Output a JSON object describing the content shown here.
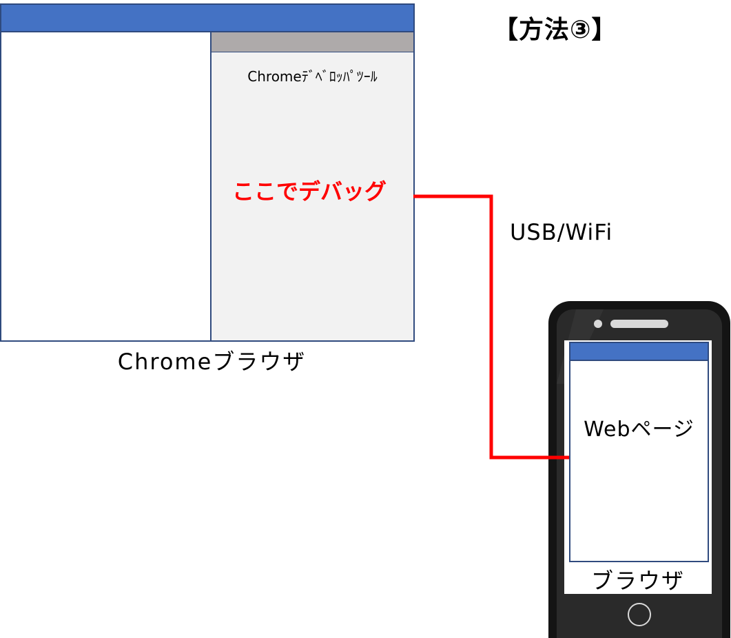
{
  "heading": "【方法③】",
  "browser": {
    "devtools_title": "Chromeﾃﾞﾍﾞﾛｯﾊﾟﾂｰﾙ",
    "debug_label": "ここでデバッグ",
    "caption": "Chromeブラウザ"
  },
  "connection": {
    "label": "USB/WiFi",
    "color": "#ff0000"
  },
  "phone": {
    "webpage_label": "Webページ",
    "caption": "ブラウザ"
  },
  "colors": {
    "titlebar": "#4472c4",
    "border": "#2f4a7e",
    "devtools_bg": "#f2f2f2",
    "devtools_bar": "#aeaaaa",
    "debug_text": "#ff0000",
    "phone_body": "#141414"
  }
}
